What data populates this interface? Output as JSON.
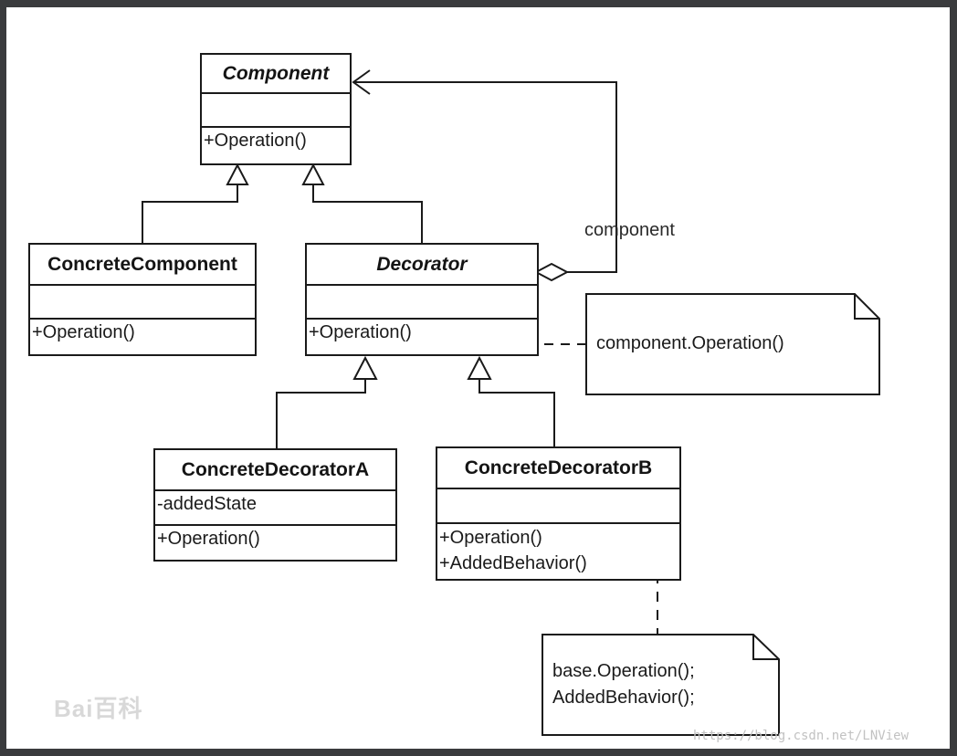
{
  "diagram": {
    "classes": {
      "component": {
        "name": "Component",
        "attributes": [],
        "methods": [
          "+Operation()"
        ]
      },
      "concrete_component": {
        "name": "ConcreteComponent",
        "attributes": [],
        "methods": [
          "+Operation()"
        ]
      },
      "decorator": {
        "name": "Decorator",
        "attributes": [],
        "methods": [
          "+Operation()"
        ]
      },
      "concrete_decorator_a": {
        "name": "ConcreteDecoratorA",
        "attributes": [
          "-addedState"
        ],
        "methods": [
          "+Operation()"
        ]
      },
      "concrete_decorator_b": {
        "name": "ConcreteDecoratorB",
        "attributes": [],
        "methods": [
          "+Operation()",
          "+AddedBehavior()"
        ]
      }
    },
    "association_label": "component",
    "notes": {
      "decorator_note": [
        "component.Operation()"
      ],
      "decorator_b_note": [
        "base.Operation();",
        "AddedBehavior();"
      ]
    }
  },
  "watermark": {
    "logo": "Bai百科",
    "url": "https://blog.csdn.net/LNView"
  }
}
